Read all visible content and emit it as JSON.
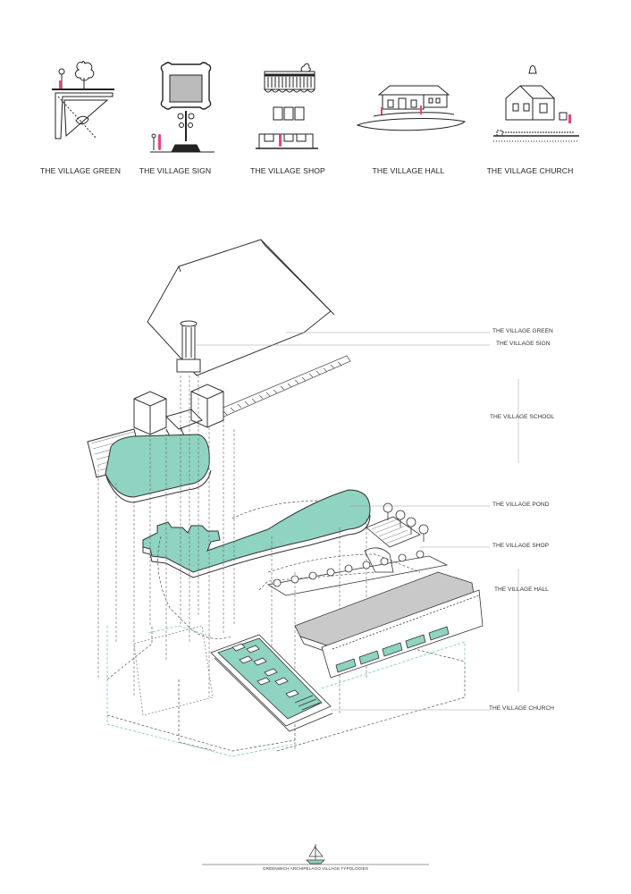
{
  "typologies": [
    {
      "label": "THE VILLAGE GREEN"
    },
    {
      "label": "THE VILLAGE SIGN"
    },
    {
      "label": "THE VILLAGE SHOP"
    },
    {
      "label": "THE VILLAGE HALL"
    },
    {
      "label": "THE VILLAGE CHURCH"
    }
  ],
  "diagram_labels": {
    "green": "THE VILLAGE GREEN",
    "sign": "THE VILLAGE SIGN",
    "school": "THE VILLAGE SCHOOL",
    "pond": "THE VILLAGE POND",
    "shop": "THE VILLAGE SHOP",
    "hall": "THE VILLAGE HALL",
    "church": "THE VILLAGE CHURCH"
  },
  "colors": {
    "accent_teal": "#8fd3c1",
    "accent_pink": "#e8437a",
    "line": "#333333"
  },
  "footer": {
    "title": "GREENWICH ARCHIPELAGO VILLAGE TYPOLOGIES",
    "logo": "sailing-ship-logo"
  }
}
